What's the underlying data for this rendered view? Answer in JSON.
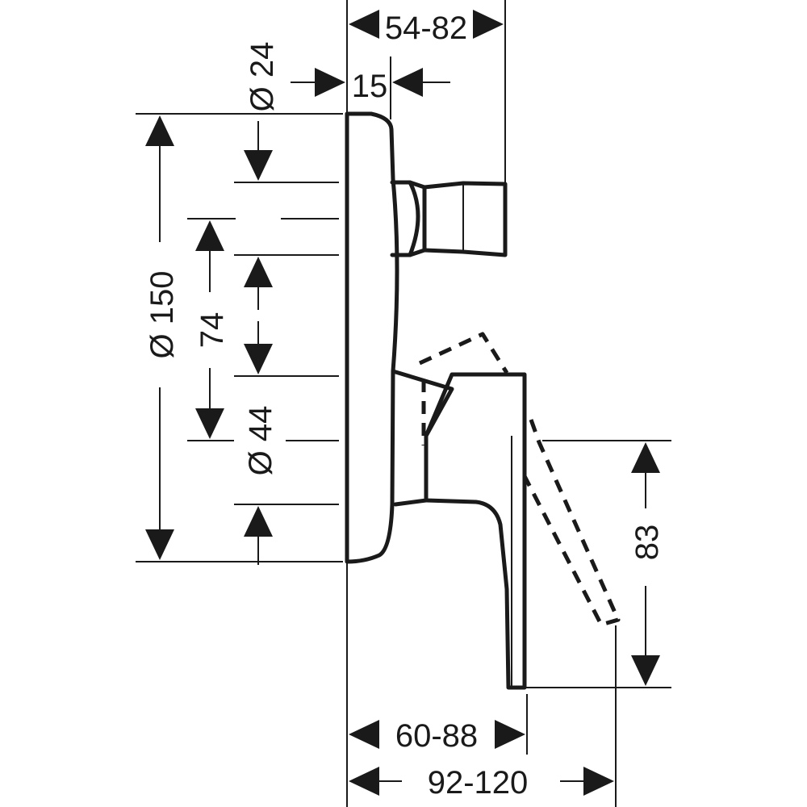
{
  "dimensions": {
    "cover_plate_diameter": "Ø 150",
    "outlet_diameter": "Ø 24",
    "lever_hub_diameter": "Ø 44",
    "center_distance": "74",
    "outlet_projection": "54-82",
    "cover_plate_depth": "15",
    "lever_projection": "60-88",
    "lever_projection_max": "92-120",
    "lever_drop": "83"
  },
  "colors": {
    "ink": "#1a1a1a",
    "background": "#ffffff"
  }
}
